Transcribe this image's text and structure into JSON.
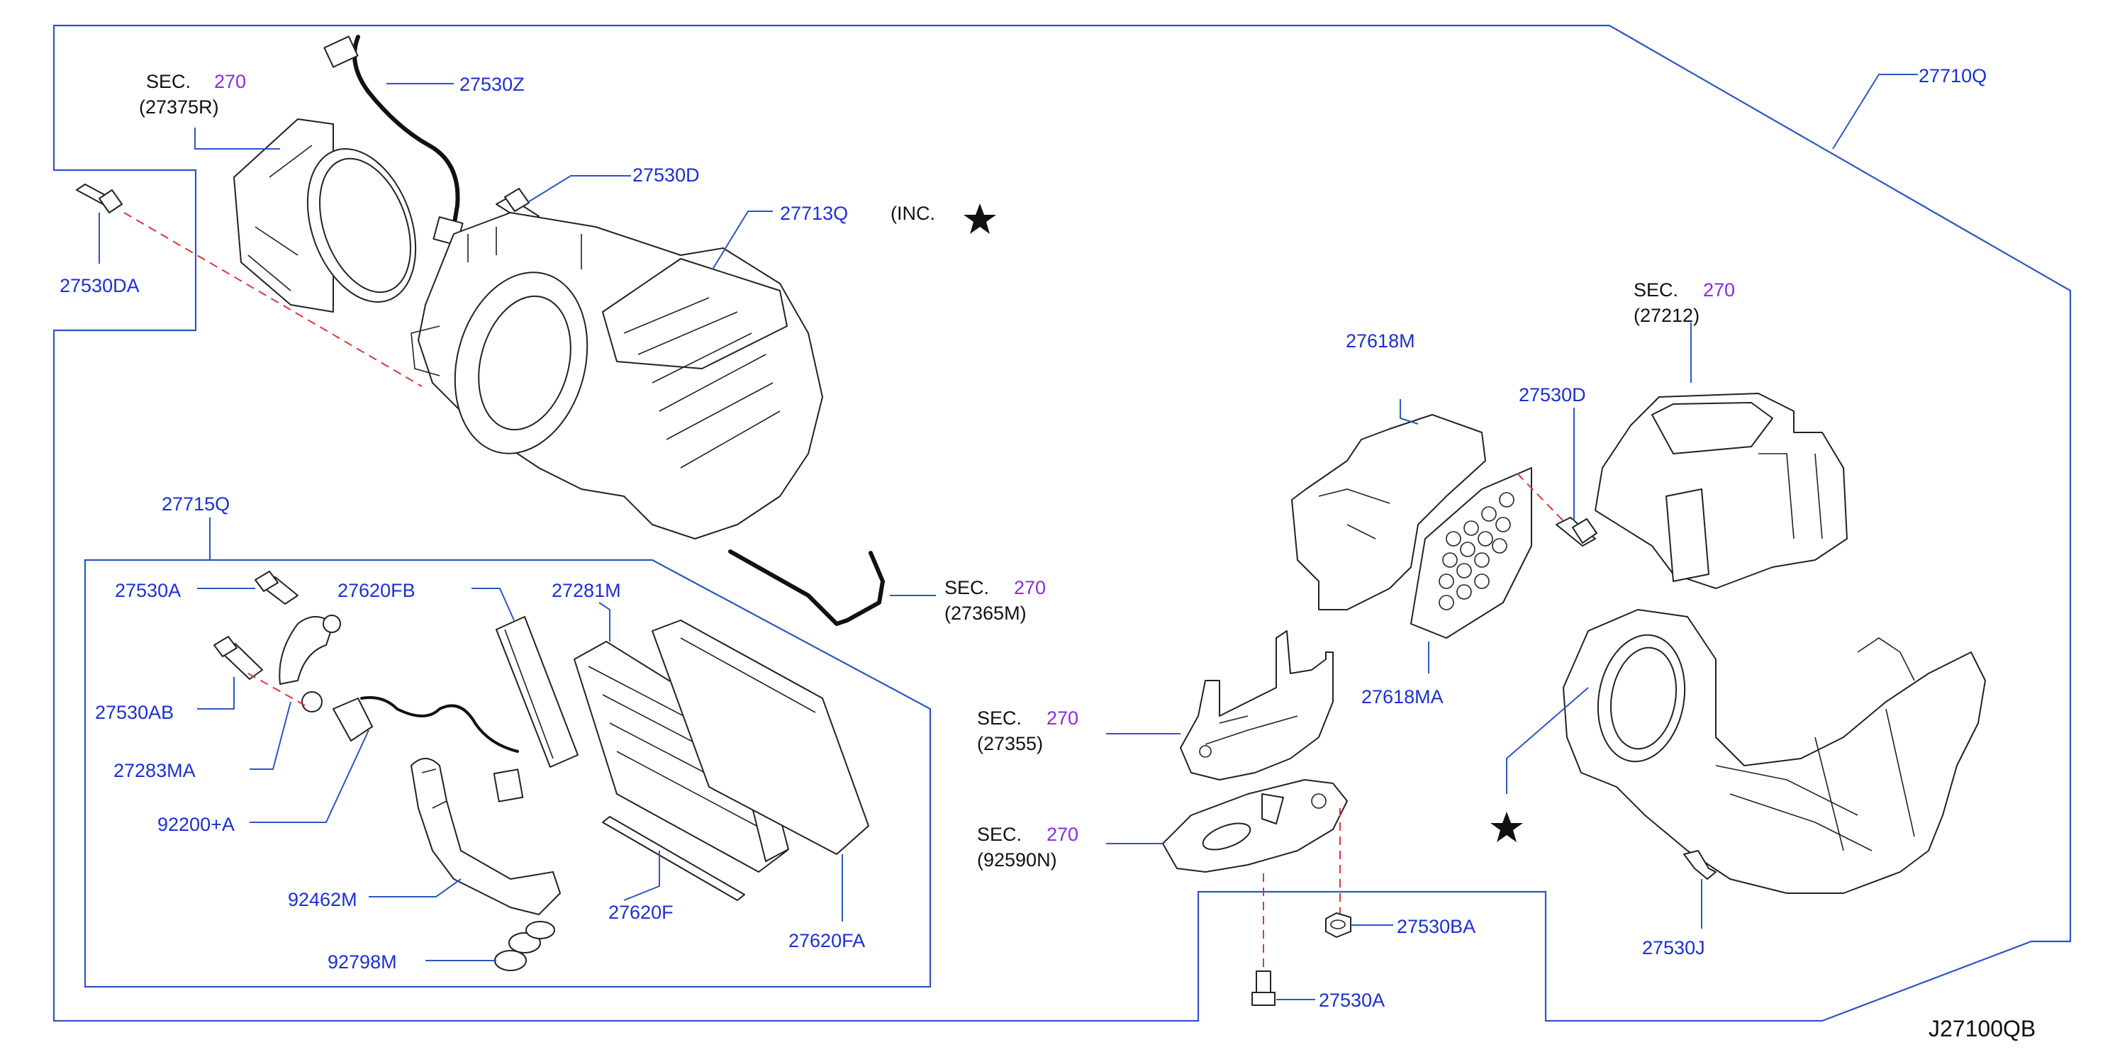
{
  "colors": {
    "label": "#1a2fd6",
    "section_number": "#8a2be2",
    "text": "#111111",
    "frame": "#2a56c6",
    "dashed_line": "#e0353a"
  },
  "labels": {
    "p27530Z": "27530Z",
    "p27530D_top": "27530D",
    "p27713Q": "27713Q",
    "inc": "(INC.",
    "p27530DA": "27530DA",
    "p27710Q": "27710Q",
    "p27715Q": "27715Q",
    "p27530A_left": "27530A",
    "p27620FB": "27620FB",
    "p27281M": "27281M",
    "p27530AB": "27530AB",
    "p27283MA": "27283MA",
    "p92200A": "92200+A",
    "p92462M": "92462M",
    "p92798M": "92798M",
    "p27620F": "27620F",
    "p27620FA": "27620FA",
    "p27618M": "27618M",
    "p27530D_right": "27530D",
    "p27618MA": "27618MA",
    "p27530BA": "27530BA",
    "p27530A_bottom": "27530A",
    "p27530J": "27530J"
  },
  "sections": {
    "blower_motor": {
      "sec": "SEC.",
      "num": "270",
      "part": "(27375R)"
    },
    "hose": {
      "sec": "SEC.",
      "num": "270",
      "part": "(27365M)"
    },
    "intake": {
      "sec": "SEC.",
      "num": "270",
      "part": "(27212)"
    },
    "bracket": {
      "sec": "SEC.",
      "num": "270",
      "part": "(27355)"
    },
    "grommet": {
      "sec": "SEC.",
      "num": "270",
      "part": "(92590N)"
    }
  },
  "symbols": {
    "inc_star": "star-icon",
    "case_star": "star-icon"
  },
  "reference_code": "J27100QB"
}
